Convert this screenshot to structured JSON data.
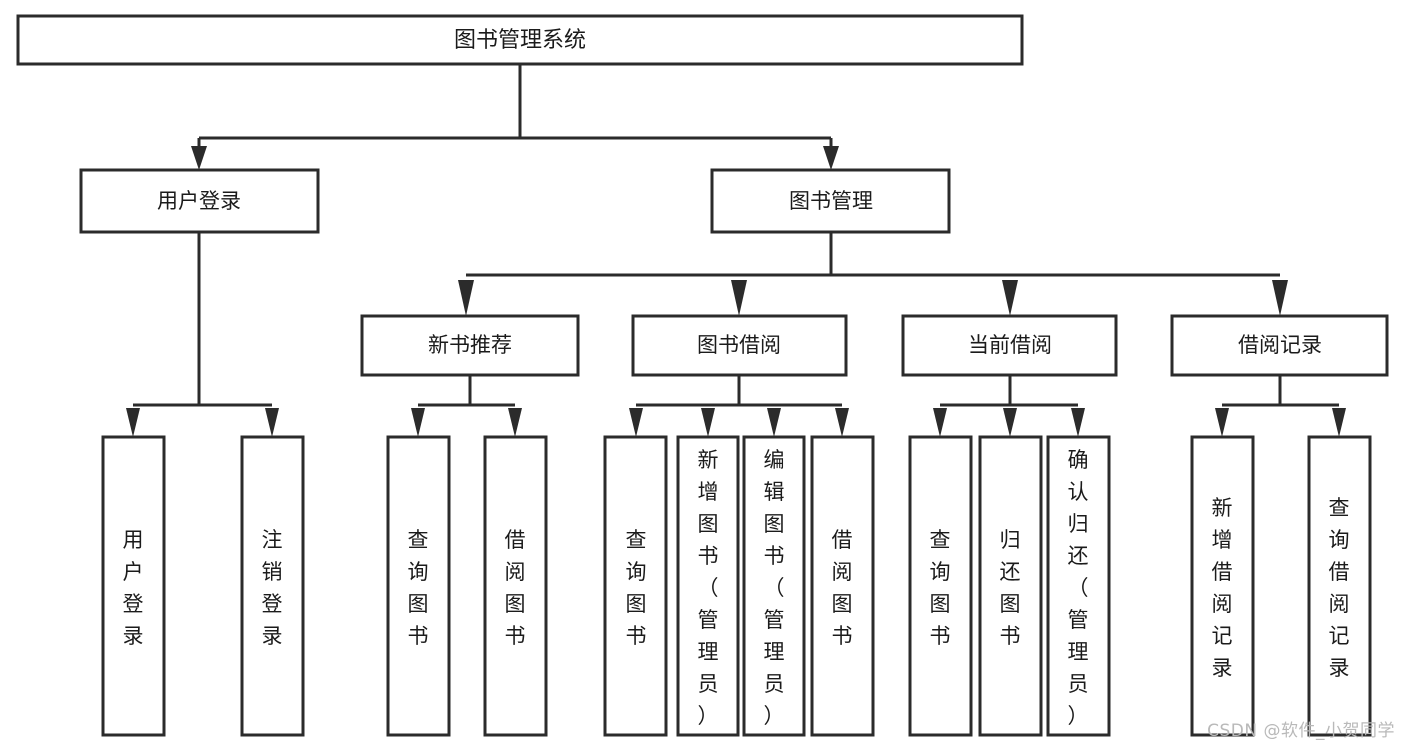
{
  "diagram": {
    "type": "tree",
    "title": "图书管理系统",
    "orientation": "top-down",
    "colors": {
      "background": "#ffffff",
      "box_border": "#2b2b2b",
      "box_fill": "#ffffff",
      "text": "#1b1b1b",
      "watermark": "#b9b9b9"
    },
    "root": {
      "id": "root",
      "label": "图书管理系统",
      "level": 0
    },
    "level1": [
      {
        "id": "user-login",
        "label": "用户登录",
        "level": 1
      },
      {
        "id": "book-management",
        "label": "图书管理",
        "level": 1
      }
    ],
    "level2": [
      {
        "id": "new-book-recommend",
        "label": "新书推荐",
        "level": 2,
        "parent": "book-management"
      },
      {
        "id": "book-borrow",
        "label": "图书借阅",
        "level": 2,
        "parent": "book-management"
      },
      {
        "id": "current-borrow",
        "label": "当前借阅",
        "level": 2,
        "parent": "book-management"
      },
      {
        "id": "borrow-record",
        "label": "借阅记录",
        "level": 2,
        "parent": "book-management"
      }
    ],
    "leaves": [
      {
        "id": "leaf-user-login",
        "label": "用户登录",
        "parent": "user-login"
      },
      {
        "id": "leaf-user-logout",
        "label": "注销登录",
        "parent": "user-login"
      },
      {
        "id": "leaf-query-book-1",
        "label": "查询图书",
        "parent": "new-book-recommend"
      },
      {
        "id": "leaf-borrow-book-1",
        "label": "借阅图书",
        "parent": "new-book-recommend"
      },
      {
        "id": "leaf-query-book-2",
        "label": "查询图书",
        "parent": "book-borrow"
      },
      {
        "id": "leaf-add-book",
        "label": "新增图书（管理员）",
        "parent": "book-borrow"
      },
      {
        "id": "leaf-edit-book",
        "label": "编辑图书（管理员）",
        "parent": "book-borrow"
      },
      {
        "id": "leaf-borrow-book-2",
        "label": "借阅图书",
        "parent": "book-borrow"
      },
      {
        "id": "leaf-query-book-3",
        "label": "查询图书",
        "parent": "current-borrow"
      },
      {
        "id": "leaf-return-book",
        "label": "归还图书",
        "parent": "current-borrow"
      },
      {
        "id": "leaf-confirm-return",
        "label": "确认归还（管理员）",
        "parent": "current-borrow"
      },
      {
        "id": "leaf-add-record",
        "label": "新增借阅记录",
        "parent": "borrow-record"
      },
      {
        "id": "leaf-query-record",
        "label": "查询借阅记录",
        "parent": "borrow-record"
      }
    ]
  },
  "watermark": {
    "text": "CSDN @软件_小贺同学"
  }
}
